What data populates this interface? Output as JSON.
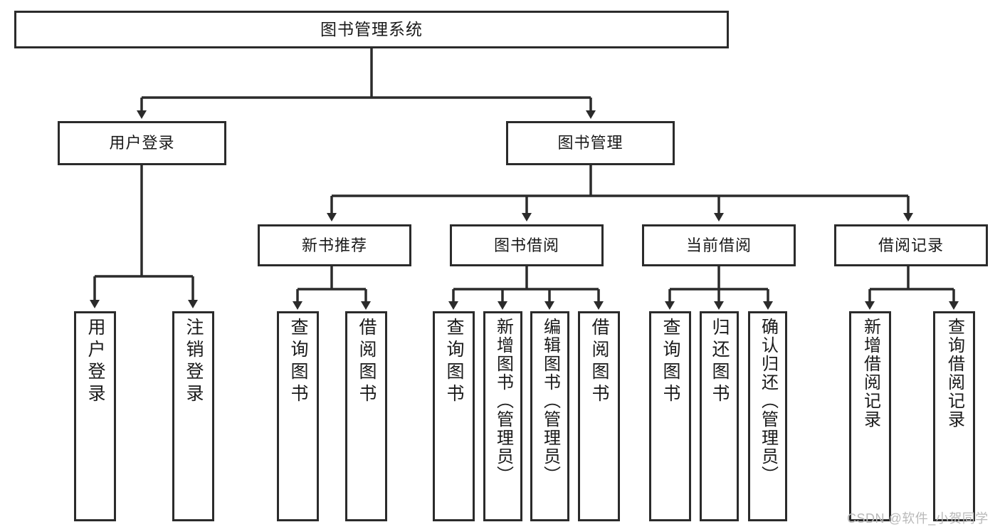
{
  "diagram": {
    "title": "图书管理系统",
    "type": "tree-hierarchy-diagram",
    "colors": {
      "box_border": "#2b2b2b",
      "box_fill": "#ffffff",
      "connector": "#2b2b2b",
      "text": "#1a1a1a",
      "watermark": "#b9b9b9",
      "background": "#ffffff"
    },
    "nodes": {
      "root": {
        "label": "图书管理系统"
      },
      "level2": [
        {
          "label": "用户登录"
        },
        {
          "label": "图书管理"
        }
      ],
      "level3": [
        {
          "label": "新书推荐"
        },
        {
          "label": "图书借阅"
        },
        {
          "label": "当前借阅"
        },
        {
          "label": "借阅记录"
        }
      ],
      "leaves": {
        "user_login": [
          {
            "label": "用户登录"
          },
          {
            "label": "注销登录"
          }
        ],
        "new_book_recommend": [
          {
            "label": "查询图书"
          },
          {
            "label": "借阅图书"
          }
        ],
        "book_borrow": [
          {
            "label": "查询图书"
          },
          {
            "label": "新增图书（管理员）"
          },
          {
            "label": "编辑图书（管理员）"
          },
          {
            "label": "借阅图书"
          }
        ],
        "current_borrow": [
          {
            "label": "查询图书"
          },
          {
            "label": "归还图书"
          },
          {
            "label": "确认归还（管理员）"
          }
        ],
        "borrow_record": [
          {
            "label": "新增借阅记录"
          },
          {
            "label": "查询借阅记录"
          }
        ]
      }
    },
    "watermark": "CSDN @软件_小贺同学"
  }
}
